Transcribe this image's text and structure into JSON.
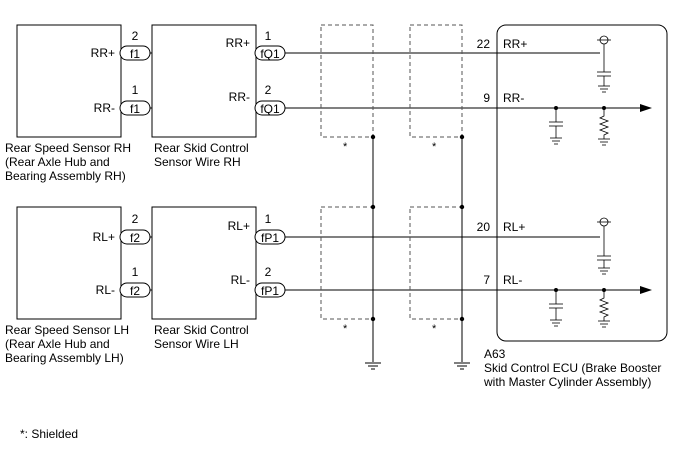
{
  "components": {
    "sensor_rh": {
      "lines": [
        "Rear Speed Sensor RH",
        "(Rear Axle Hub and",
        "Bearing Assembly RH)"
      ],
      "pin_pos": "RR+",
      "pin_neg": "RR-",
      "connector": "f1",
      "pin_pos_num": "2",
      "pin_neg_num": "1"
    },
    "wire_rh": {
      "lines": [
        "Rear Skid Control",
        "Sensor Wire RH"
      ],
      "pin_pos": "RR+",
      "pin_neg": "RR-",
      "connector": "fQ1",
      "pin_pos_num": "1",
      "pin_neg_num": "2"
    },
    "sensor_lh": {
      "lines": [
        "Rear Speed Sensor LH",
        "(Rear Axle Hub and",
        "Bearing Assembly LH)"
      ],
      "pin_pos": "RL+",
      "pin_neg": "RL-",
      "connector": "f2",
      "pin_pos_num": "2",
      "pin_neg_num": "1"
    },
    "wire_lh": {
      "lines": [
        "Rear Skid Control",
        "Sensor Wire LH"
      ],
      "pin_pos": "RL+",
      "pin_neg": "RL-",
      "connector": "fP1",
      "pin_pos_num": "1",
      "pin_neg_num": "2"
    },
    "ecu": {
      "code": "A63",
      "lines": [
        "Skid Control ECU (Brake Booster",
        "with Master Cylinder Assembly)"
      ],
      "pins": [
        {
          "num": "22",
          "label": "RR+"
        },
        {
          "num": "9",
          "label": "RR-"
        },
        {
          "num": "20",
          "label": "RL+"
        },
        {
          "num": "7",
          "label": "RL-"
        }
      ]
    }
  },
  "shield_mark": "*",
  "footnote": "*: Shielded"
}
